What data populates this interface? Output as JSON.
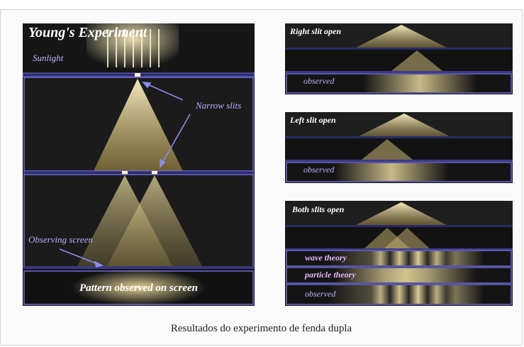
{
  "main_figure": {
    "title": "Young's Experiment",
    "sunlight": "Sunlight",
    "narrow_slits": "Narrow slits",
    "observing_screen": "Observing screen",
    "pattern": "Pattern observed on screen"
  },
  "panels": {
    "right": {
      "title": "Right slit open",
      "observed": "observed"
    },
    "left": {
      "title": "Left slit open",
      "observed": "observed"
    },
    "both": {
      "title": "Both slits open",
      "wave": "wave theory",
      "particle": "particle theory",
      "observed": "observed"
    }
  },
  "caption": "Resultados do experimento de fenda dupla"
}
